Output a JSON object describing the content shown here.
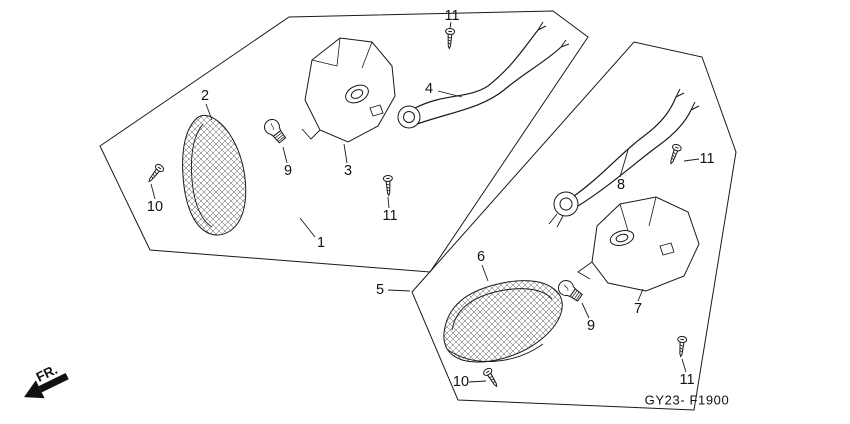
{
  "part_labels": [
    "2",
    "9",
    "3",
    "10",
    "11",
    "4",
    "11",
    "1",
    "5",
    "6",
    "9",
    "7",
    "8",
    "11",
    "10",
    "11"
  ],
  "front_marker": "FR.",
  "diagram_code": "GY23- F1900",
  "colors": {
    "line": "#1a1a1a",
    "background": "#ffffff"
  }
}
